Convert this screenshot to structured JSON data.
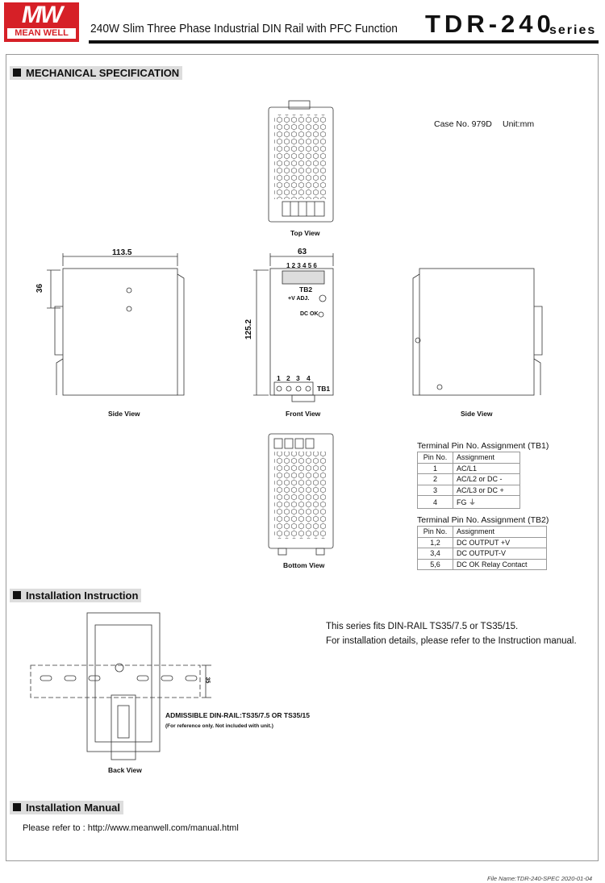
{
  "header": {
    "logo_top": "MW",
    "logo_bottom": "MEAN WELL",
    "subtitle": "240W Slim Three Phase Industrial DIN Rail with PFC Function",
    "model": "TDR-240",
    "series": "series"
  },
  "mechanical": {
    "title": "MECHANICAL SPECIFICATION",
    "case": "Case No. 979D",
    "unit": "Unit:mm",
    "views": {
      "top": "Top View",
      "side": "Side View",
      "front": "Front View",
      "side2": "Side View",
      "bottom": "Bottom View"
    },
    "dims": {
      "length": "113.5",
      "depth36": "36",
      "width": "63",
      "height": "125.2"
    },
    "front_labels": {
      "tb2_pins": "1 2 3 4 5 6",
      "tb2": "TB2",
      "vadj": "+V ADJ.",
      "dcok": "DC OK",
      "tb1_pins": [
        "1",
        "2",
        "3",
        "4"
      ],
      "tb1": "TB1"
    }
  },
  "tb1": {
    "title": "Terminal Pin No.  Assignment (TB1)",
    "headers": [
      "Pin No.",
      "Assignment"
    ],
    "rows": [
      [
        "1",
        "AC/L1"
      ],
      [
        "2",
        "AC/L2 or DC -"
      ],
      [
        "3",
        "AC/L3 or DC +"
      ],
      [
        "4",
        "FG ⏚"
      ]
    ]
  },
  "tb2": {
    "title": "Terminal Pin No.  Assignment (TB2)",
    "headers": [
      "Pin No.",
      "Assignment"
    ],
    "rows": [
      [
        "1,2",
        "DC OUTPUT +V"
      ],
      [
        "3,4",
        "DC OUTPUT-V"
      ],
      [
        "5,6",
        "DC OK Relay Contact"
      ]
    ]
  },
  "installation": {
    "title": "Installation Instruction",
    "line1": "This series fits DIN-RAIL TS35/7.5 or TS35/15.",
    "line2": "For installation details, please refer to the Instruction manual.",
    "rail_note": "ADMISSIBLE DIN-RAIL:TS35/7.5 OR TS35/15",
    "rail_sub": "(For reference only. Not included with unit.)",
    "dim35": "35",
    "view": "Back View"
  },
  "manual": {
    "title": "Installation Manual",
    "text": "Please refer to : http://www.meanwell.com/manual.html"
  },
  "footer": {
    "file": "File Name:TDR-240-SPEC   2020-01-04"
  }
}
